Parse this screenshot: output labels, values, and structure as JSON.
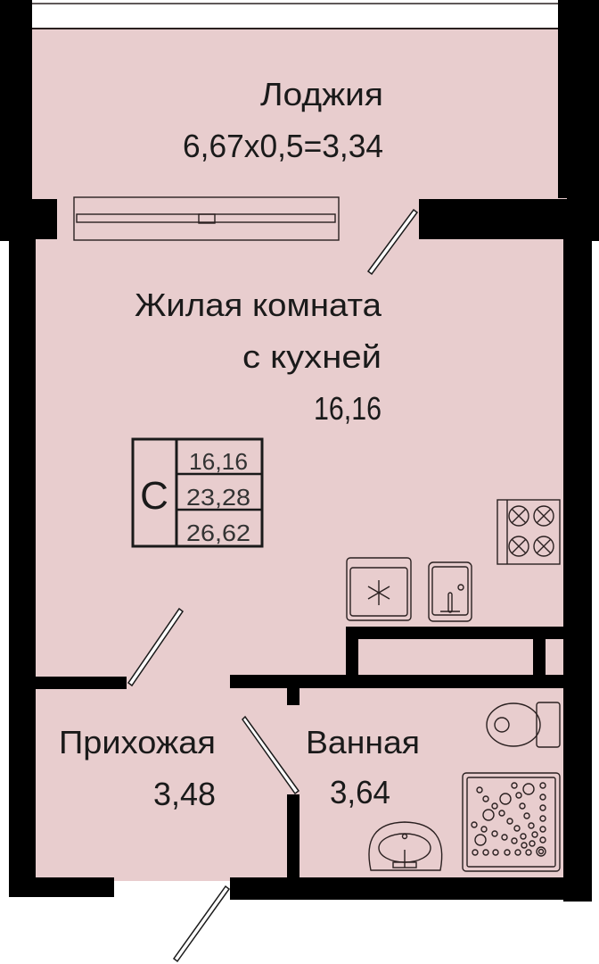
{
  "colors": {
    "floor": "#e8cdce",
    "wall": "#000000",
    "outline": "#2a2020"
  },
  "rooms": {
    "loggia": {
      "name": "Лоджия",
      "area": "6,67x0,5=3,34"
    },
    "living": {
      "name_line1": "Жилая комната",
      "name_line2": "с кухней",
      "area": "16,16"
    },
    "hallway": {
      "name": "Прихожая",
      "area": "3,48"
    },
    "bathroom": {
      "name": "Ванная",
      "area": "3,64"
    }
  },
  "summary": {
    "type": "С",
    "living_area": "16,16",
    "total_area": "23,28",
    "total_with_loggia": "26,62"
  },
  "fixtures": [
    "refrigerator-icon",
    "kitchen-sink-icon",
    "stove-icon",
    "toilet-icon",
    "shower-tray-icon",
    "washbasin-icon"
  ]
}
